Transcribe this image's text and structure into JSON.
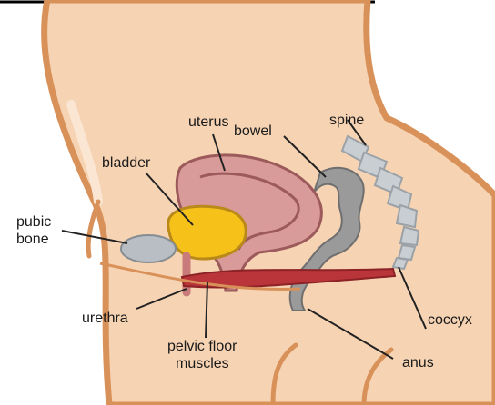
{
  "diagram": {
    "labels": {
      "uterus": "uterus",
      "bowel": "bowel",
      "spine": "spine",
      "bladder": "bladder",
      "pubic_bone_line1": "pubic",
      "pubic_bone_line2": "bone",
      "urethra": "urethra",
      "pelvic_floor_line1": "pelvic floor",
      "pelvic_floor_line2": "muscles",
      "coccyx": "coccyx",
      "anus": "anus"
    },
    "colors": {
      "skin": "#f6d3b3",
      "outline": "#d9915a",
      "uterus_fill": "#d99a9a",
      "uterus_outline": "#9c5a5a",
      "bladder_fill": "#f6c21a",
      "bladder_outline": "#b98a1a",
      "bowel": "#9a9a9a",
      "spine": "#c9ced3",
      "bone": "#b8bec4",
      "muscle": "#b9353a",
      "leader": "#222222"
    }
  }
}
